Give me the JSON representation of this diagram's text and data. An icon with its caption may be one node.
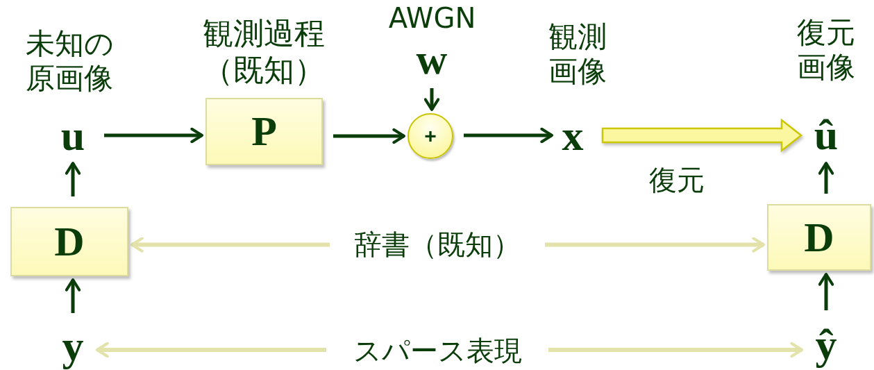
{
  "diagram": {
    "nodes": [
      {
        "text": [
          "u"
        ],
        "beside": [
          "未知の原画像"
        ]
      },
      {
        "text": [
          "P"
        ],
        "beside": [
          "観測過程（既知）"
        ]
      },
      {
        "text": [
          "+"
        ]
      },
      {
        "text": [
          "w"
        ],
        "beside": [
          "AWGN"
        ]
      },
      {
        "text": [
          "x"
        ],
        "beside": [
          "観測画像"
        ]
      },
      {
        "text": [
          "û"
        ],
        "beside": [
          "復元画像"
        ]
      },
      {
        "text": [
          "D"
        ]
      },
      {
        "text": [
          "辞書（既知）"
        ]
      },
      {
        "text": [
          "D"
        ]
      },
      {
        "text": [
          "y"
        ]
      },
      {
        "text": [
          "スパース表現"
        ]
      },
      {
        "text": [
          "ŷ"
        ]
      }
    ],
    "edges": [
      {
        "from": 0,
        "to": 1,
        "arrow": "to"
      },
      {
        "from": 1,
        "to": 2,
        "arrow": "to"
      },
      {
        "from": 3,
        "to": 2,
        "arrow": "to"
      },
      {
        "from": 2,
        "to": 4,
        "arrow": "to"
      },
      {
        "from": 4,
        "to": 5,
        "arrow": "to",
        "label": "復元",
        "style": "thick",
        "color": "#fbf6a0"
      },
      {
        "from": 6,
        "to": 0,
        "arrow": "to"
      },
      {
        "from": 9,
        "to": 6,
        "arrow": "to"
      },
      {
        "from": 7,
        "to": 6,
        "arrow": "to",
        "color": "#e2e2aa"
      },
      {
        "from": 7,
        "to": 8,
        "arrow": "to",
        "color": "#e2e2aa"
      },
      {
        "from": 10,
        "to": 9,
        "arrow": "to",
        "color": "#e2e2aa"
      },
      {
        "from": 10,
        "to": 11,
        "arrow": "to",
        "color": "#e2e2aa"
      },
      {
        "from": 8,
        "to": 5,
        "arrow": "to"
      },
      {
        "from": 11,
        "to": 8,
        "arrow": "to"
      }
    ]
  }
}
